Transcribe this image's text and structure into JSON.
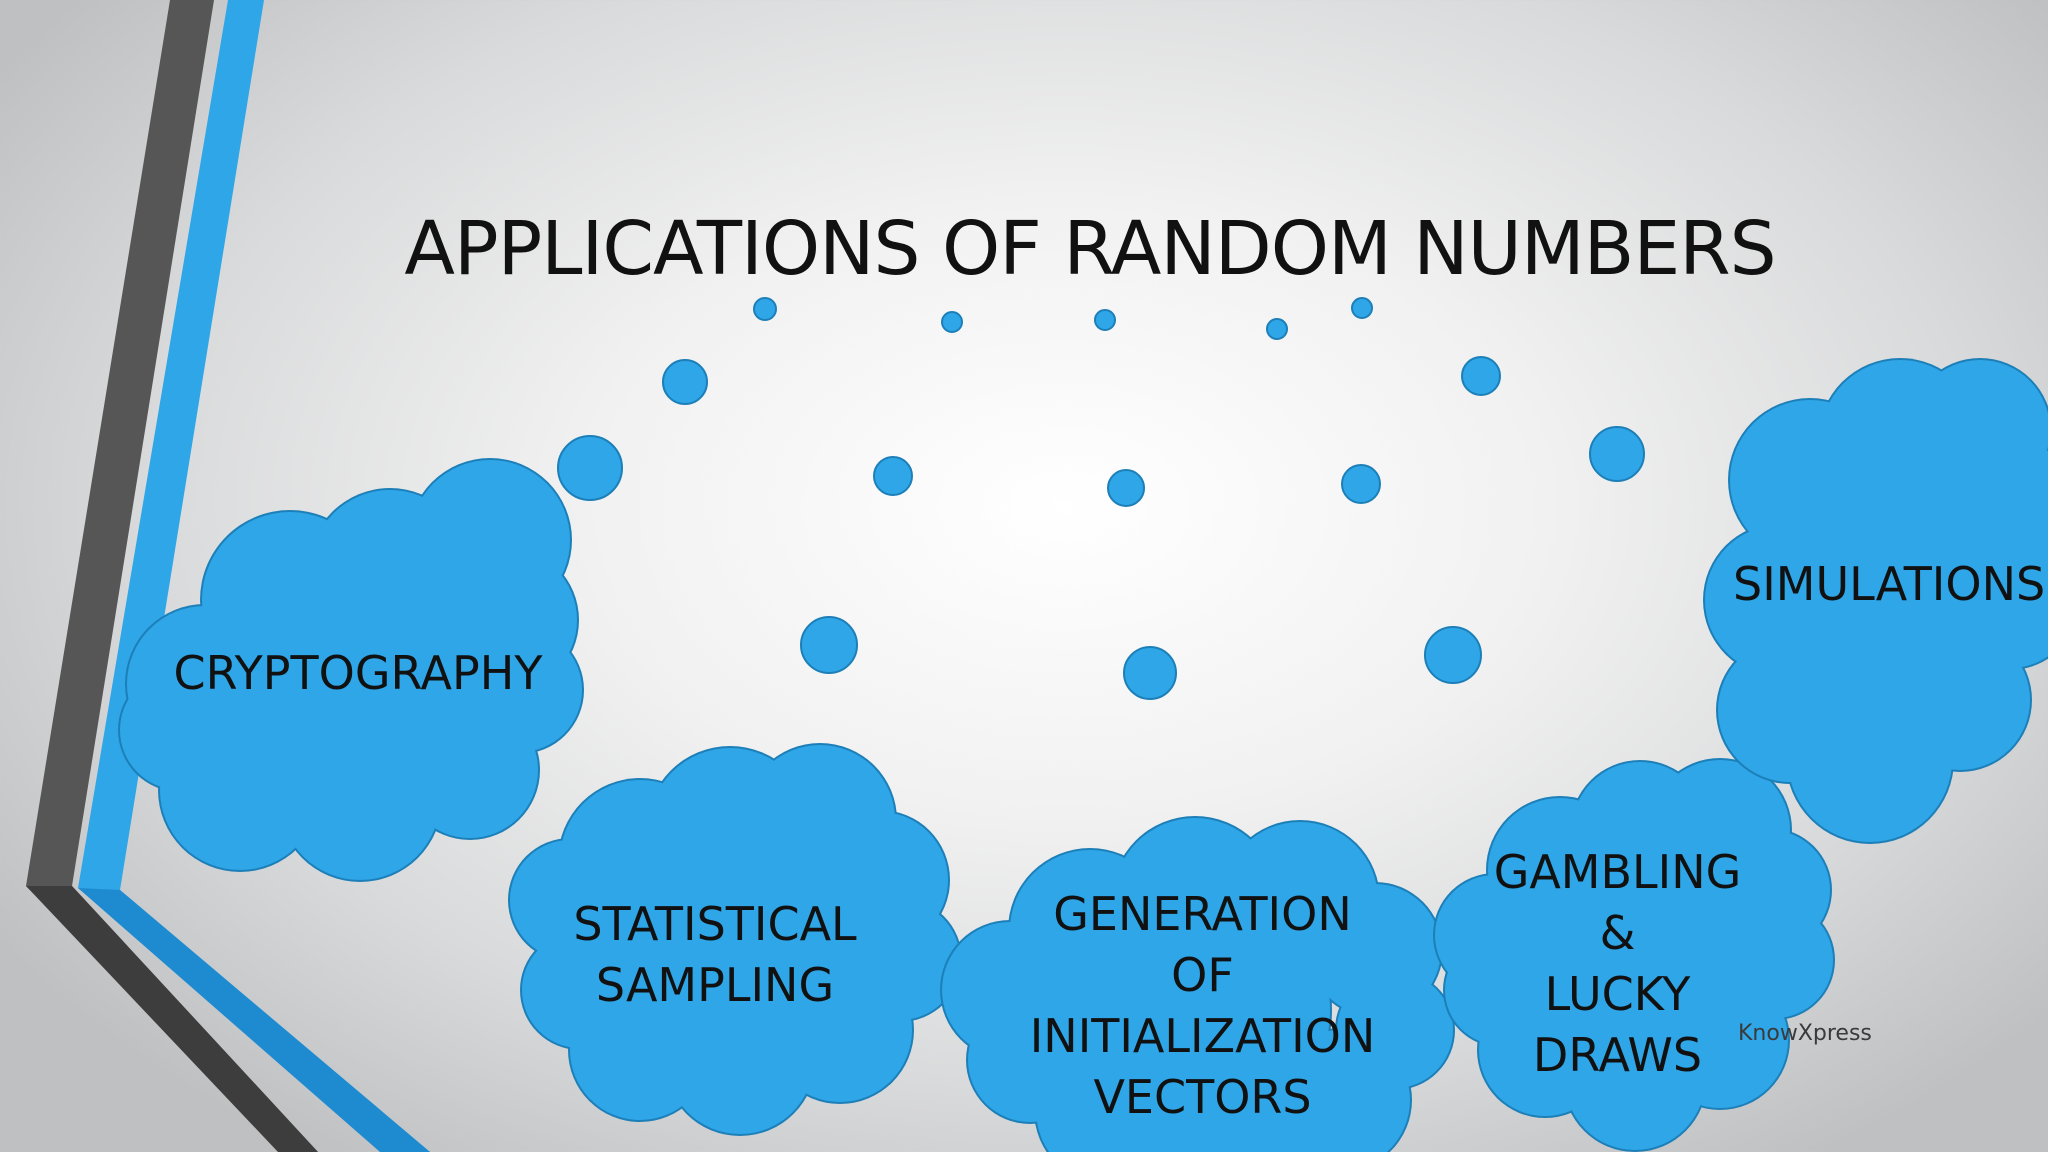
{
  "slide": {
    "title": "APPLICATIONS OF RANDOM NUMBERS",
    "footer": "KnowXpress",
    "accent_color": "#2ea6e8",
    "accent_stroke": "#1d7fb8",
    "clouds": [
      {
        "id": "cryptography",
        "lines": [
          "CRYPTOGRAPHY"
        ]
      },
      {
        "id": "statistical-sampling",
        "lines": [
          "STATISTICAL",
          "SAMPLING"
        ]
      },
      {
        "id": "generation-of-iv",
        "lines": [
          "GENERATION",
          "OF",
          "INITIALIZATION",
          "VECTORS"
        ]
      },
      {
        "id": "gambling",
        "lines": [
          "GAMBLING",
          "&",
          "LUCKY",
          "DRAWS"
        ]
      },
      {
        "id": "simulations",
        "lines": [
          "SIMULATIONS"
        ]
      }
    ]
  }
}
